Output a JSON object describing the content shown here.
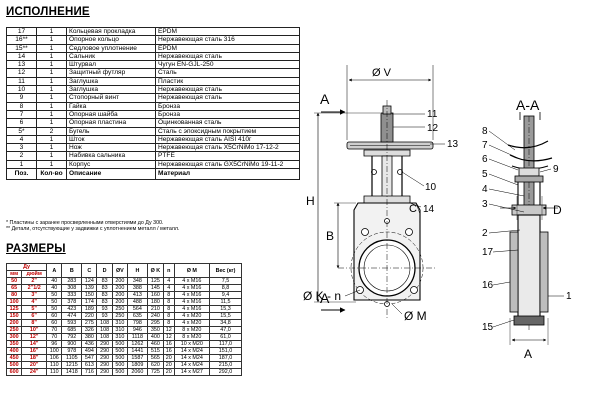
{
  "headings": {
    "execution": "ИСПОЛНЕНИЕ",
    "dimensions": "РАЗМЕРЫ"
  },
  "parts_table": {
    "header": [
      "Поз.",
      "Кол-во",
      "Описание",
      "Материал"
    ],
    "rows": [
      [
        "17",
        "1",
        "Кольцевая прокладка",
        "EPDM"
      ],
      [
        "16**",
        "1",
        "Опорное кольцо",
        "Нержавеющая сталь 316"
      ],
      [
        "15**",
        "1",
        "Седловое уплотнение",
        "EPDM"
      ],
      [
        "14",
        "1",
        "Сальник",
        "Нержавеющая сталь"
      ],
      [
        "13",
        "1",
        "Штурвал",
        "Чугун EN-GJL-250"
      ],
      [
        "12",
        "1",
        "Защитный футляр",
        "Сталь"
      ],
      [
        "11",
        "1",
        "Заглушка",
        "Пластик"
      ],
      [
        "10",
        "1",
        "Заглушка",
        "Нержавеющая сталь"
      ],
      [
        "9",
        "1",
        "Стопорный винт",
        "Нержавеющая сталь"
      ],
      [
        "8",
        "1",
        "Гайка",
        "Бронза"
      ],
      [
        "7",
        "1",
        "Опорная шайба",
        "Бронза"
      ],
      [
        "6",
        "1",
        "Опорная пластина",
        "Оцинкованная сталь"
      ],
      [
        "5*",
        "2",
        "Бугель",
        "Сталь с эпоксидным покрытием"
      ],
      [
        "4",
        "1",
        "Шток",
        "Нержавеющая сталь AISI 410г"
      ],
      [
        "3",
        "1",
        "Нож",
        "Нержавеющая сталь X5CrNiMo 17-12-2"
      ],
      [
        "2",
        "1",
        "Набивка сальника",
        "PTFE"
      ],
      [
        "1",
        "1",
        "Корпус",
        "Нержавеющая сталь GX5CrNiMo 19-11-2"
      ]
    ]
  },
  "notes": [
    "* Пластины с заранее просверленными отверстиями до Ду 300.",
    "** Детали, отсутствующие у задвижки с уплотнением металл / металл."
  ],
  "dims_table": {
    "header_top": "Ду",
    "header_sub": [
      "мм",
      "дюйм"
    ],
    "columns": [
      "A",
      "B",
      "C",
      "D",
      "ØV",
      "H",
      "Ø K",
      "n",
      "Ø M",
      "Вес (кг)"
    ],
    "rows": [
      [
        "50",
        "2\"",
        "40",
        "283",
        "124",
        "83",
        "200",
        "348",
        "125",
        "4",
        "4 x M16",
        "7,5"
      ],
      [
        "65",
        "2\"1/2",
        "40",
        "308",
        "139",
        "83",
        "200",
        "388",
        "145",
        "4",
        "4 x M16",
        "8,8"
      ],
      [
        "80",
        "3\"",
        "50",
        "333",
        "150",
        "83",
        "200",
        "413",
        "160",
        "8",
        "4 x M16",
        "9,4"
      ],
      [
        "100",
        "4\"",
        "50",
        "378",
        "174",
        "83",
        "200",
        "488",
        "180",
        "8",
        "4 x M16",
        "11,5"
      ],
      [
        "125",
        "5\"",
        "50",
        "423",
        "189",
        "93",
        "250",
        "564",
        "210",
        "8",
        "4 x M16",
        "15,3"
      ],
      [
        "150",
        "6\"",
        "60",
        "474",
        "220",
        "93",
        "250",
        "635",
        "240",
        "8",
        "4 x M20",
        "15,5"
      ],
      [
        "200",
        "8\"",
        "60",
        "593",
        "275",
        "108",
        "310",
        "798",
        "295",
        "8",
        "4 x M20",
        "34,8"
      ],
      [
        "250",
        "10\"",
        "70",
        "685",
        "326",
        "108",
        "310",
        "946",
        "350",
        "12",
        "8 x M20",
        "47,0"
      ],
      [
        "300",
        "12\"",
        "70",
        "792",
        "380",
        "108",
        "310",
        "1118",
        "400",
        "12",
        "8 x M20",
        "61,0"
      ],
      [
        "350",
        "14\"",
        "96",
        "900",
        "436",
        "290",
        "500",
        "1262",
        "460",
        "16",
        "10 x M20",
        "117,0"
      ],
      [
        "400",
        "16\"",
        "100",
        "978",
        "494",
        "290",
        "500",
        "1441",
        "515",
        "16",
        "14 x M24",
        "151,0"
      ],
      [
        "450",
        "18\"",
        "106",
        "1105",
        "547",
        "290",
        "500",
        "1587",
        "565",
        "20",
        "14 x M24",
        "187,0"
      ],
      [
        "500",
        "20\"",
        "110",
        "1215",
        "613",
        "290",
        "500",
        "1809",
        "620",
        "20",
        "14 x M24",
        "215,0"
      ],
      [
        "600",
        "24\"",
        "110",
        "1418",
        "716",
        "290",
        "500",
        "2060",
        "725",
        "20",
        "14 x M27",
        "292,0"
      ]
    ]
  },
  "drawing_labels": {
    "section_a": "A",
    "section_aa": "A-A",
    "diameter_v": "Ø V",
    "h": "H",
    "b": "B",
    "c": "C",
    "k_n": "Ø K - n",
    "m": "Ø M",
    "d": "D",
    "a": "A",
    "callouts_front": [
      "11",
      "12",
      "13",
      "10",
      "14"
    ],
    "callouts_side": [
      "8",
      "7",
      "6",
      "9",
      "5",
      "4",
      "3",
      "2",
      "17",
      "16",
      "15",
      "1"
    ]
  },
  "colors": {
    "red_text": "#c00000",
    "line": "#000000"
  }
}
